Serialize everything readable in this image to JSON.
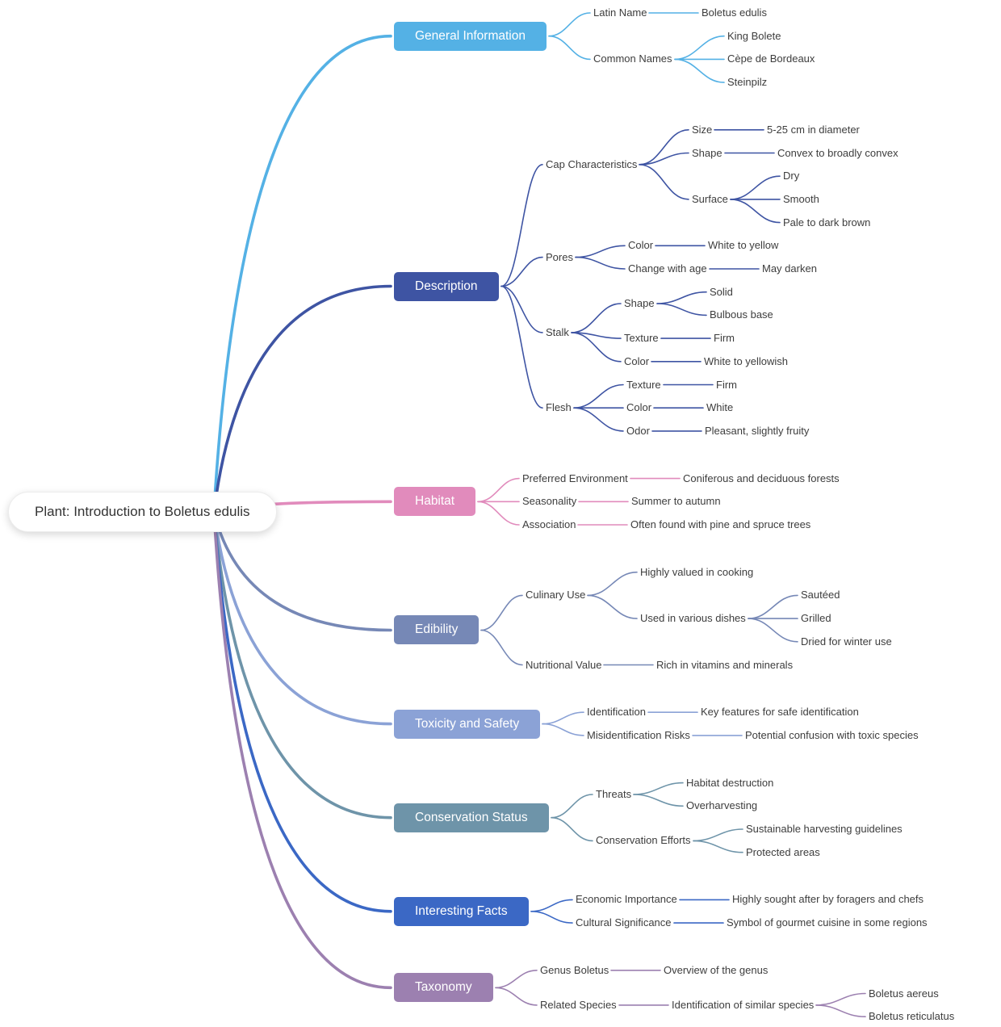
{
  "mindmap": {
    "root": {
      "label": "Plant: Introduction to Boletus edulis",
      "children": [
        {
          "label": "General Information",
          "color": "#54b1e5",
          "children": [
            {
              "label": "Latin Name",
              "children": [
                {
                  "label": "Boletus edulis"
                }
              ]
            },
            {
              "label": "Common Names",
              "children": [
                {
                  "label": "King Bolete"
                },
                {
                  "label": "Cèpe de Bordeaux"
                },
                {
                  "label": "Steinpilz"
                }
              ]
            }
          ]
        },
        {
          "label": "Description",
          "color": "#3e54a3",
          "children": [
            {
              "label": "Cap Characteristics",
              "children": [
                {
                  "label": "Size",
                  "children": [
                    {
                      "label": "5-25 cm in diameter"
                    }
                  ]
                },
                {
                  "label": "Shape",
                  "children": [
                    {
                      "label": "Convex to broadly convex"
                    }
                  ]
                },
                {
                  "label": "Surface",
                  "children": [
                    {
                      "label": "Dry"
                    },
                    {
                      "label": "Smooth"
                    },
                    {
                      "label": "Pale to dark brown"
                    }
                  ]
                }
              ]
            },
            {
              "label": "Pores",
              "children": [
                {
                  "label": "Color",
                  "children": [
                    {
                      "label": "White to yellow"
                    }
                  ]
                },
                {
                  "label": "Change with age",
                  "children": [
                    {
                      "label": "May darken"
                    }
                  ]
                }
              ]
            },
            {
              "label": "Stalk",
              "children": [
                {
                  "label": "Shape",
                  "children": [
                    {
                      "label": "Solid"
                    },
                    {
                      "label": "Bulbous base"
                    }
                  ]
                },
                {
                  "label": "Texture",
                  "children": [
                    {
                      "label": "Firm"
                    }
                  ]
                },
                {
                  "label": "Color",
                  "children": [
                    {
                      "label": "White to yellowish"
                    }
                  ]
                }
              ]
            },
            {
              "label": "Flesh",
              "children": [
                {
                  "label": "Texture",
                  "children": [
                    {
                      "label": "Firm"
                    }
                  ]
                },
                {
                  "label": "Color",
                  "children": [
                    {
                      "label": "White"
                    }
                  ]
                },
                {
                  "label": "Odor",
                  "children": [
                    {
                      "label": "Pleasant, slightly fruity"
                    }
                  ]
                }
              ]
            }
          ]
        },
        {
          "label": "Habitat",
          "color": "#e18bbc",
          "children": [
            {
              "label": "Preferred Environment",
              "children": [
                {
                  "label": "Coniferous and deciduous forests"
                }
              ]
            },
            {
              "label": "Seasonality",
              "children": [
                {
                  "label": "Summer to autumn"
                }
              ]
            },
            {
              "label": "Association",
              "children": [
                {
                  "label": "Often found with pine and spruce trees"
                }
              ]
            }
          ]
        },
        {
          "label": "Edibility",
          "color": "#7688b6",
          "children": [
            {
              "label": "Culinary Use",
              "children": [
                {
                  "label": "Highly valued in cooking"
                },
                {
                  "label": "Used in various dishes",
                  "children": [
                    {
                      "label": "Sautéed"
                    },
                    {
                      "label": "Grilled"
                    },
                    {
                      "label": "Dried for winter use"
                    }
                  ]
                }
              ]
            },
            {
              "label": "Nutritional Value",
              "children": [
                {
                  "label": "Rich in vitamins and minerals"
                }
              ]
            }
          ]
        },
        {
          "label": "Toxicity and Safety",
          "color": "#8ba2d6",
          "children": [
            {
              "label": "Identification",
              "children": [
                {
                  "label": "Key features for safe identification"
                }
              ]
            },
            {
              "label": "Misidentification Risks",
              "children": [
                {
                  "label": "Potential confusion with toxic species"
                }
              ]
            }
          ]
        },
        {
          "label": "Conservation Status",
          "color": "#6e94a9",
          "children": [
            {
              "label": "Threats",
              "children": [
                {
                  "label": "Habitat destruction"
                },
                {
                  "label": "Overharvesting"
                }
              ]
            },
            {
              "label": "Conservation Efforts",
              "children": [
                {
                  "label": "Sustainable harvesting guidelines"
                },
                {
                  "label": "Protected areas"
                }
              ]
            }
          ]
        },
        {
          "label": "Interesting Facts",
          "color": "#3b68c5",
          "children": [
            {
              "label": "Economic Importance",
              "children": [
                {
                  "label": "Highly sought after by foragers and chefs"
                }
              ]
            },
            {
              "label": "Cultural Significance",
              "children": [
                {
                  "label": "Symbol of gourmet cuisine in some regions"
                }
              ]
            }
          ]
        },
        {
          "label": "Taxonomy",
          "color": "#9c80b0",
          "children": [
            {
              "label": "Genus Boletus",
              "children": [
                {
                  "label": "Overview of the genus"
                }
              ]
            },
            {
              "label": "Related Species",
              "children": [
                {
                  "label": "Identification of similar species",
                  "children": [
                    {
                      "label": "Boletus aereus"
                    },
                    {
                      "label": "Boletus reticulatus"
                    }
                  ]
                }
              ]
            }
          ]
        }
      ]
    }
  }
}
